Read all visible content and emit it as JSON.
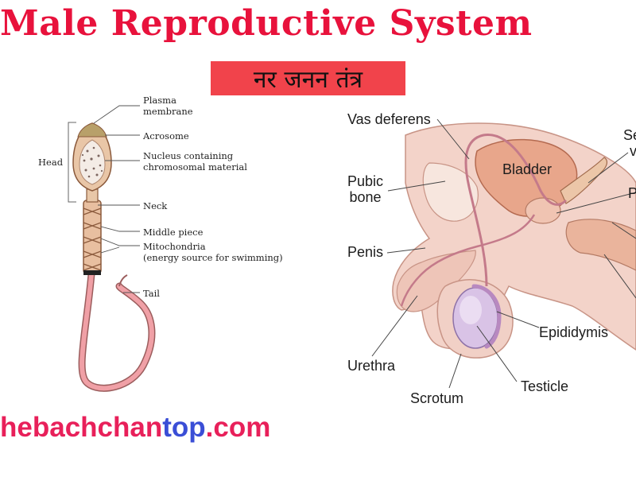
{
  "title": "Male Reproductive System",
  "subtitle": "नर जनन तंत्र",
  "sperm_labels": {
    "plasma_membrane": [
      "Plasma",
      "membrane"
    ],
    "acrosome": "Acrosome",
    "nucleus": [
      "Nucleus containing",
      "chromosomal material"
    ],
    "head": "Head",
    "neck": "Neck",
    "middle_piece": "Middle piece",
    "mitochondria": [
      "Mitochondria",
      "(energy source for swimming)"
    ],
    "tail": "Tail"
  },
  "organ_labels": {
    "vas_deferens": "Vas deferens",
    "bladder": "Bladder",
    "pubic_bone": [
      "Pubic",
      "bone"
    ],
    "penis": "Penis",
    "urethra": "Urethra",
    "scrotum": "Scrotum",
    "testicle": "Testicle",
    "epididymis": "Epididymis",
    "seminal_vesicle_partial": [
      "Se",
      "v"
    ],
    "prostate_partial": "P"
  },
  "watermark": {
    "part_a": "hebachchan",
    "part_b": "top",
    "part_c": ".com"
  },
  "colors": {
    "title": "#e8123c",
    "subtitle_bg": "#f1434b",
    "sperm_head": "#e9c6a7",
    "sperm_tail": "#f0a0a6",
    "organ_tissue": "#f3d3c9",
    "bladder": "#e8a68b",
    "testicle": "#d9c3e6",
    "watermark_red": "#e8205a",
    "watermark_blue": "#3a4ed6"
  }
}
